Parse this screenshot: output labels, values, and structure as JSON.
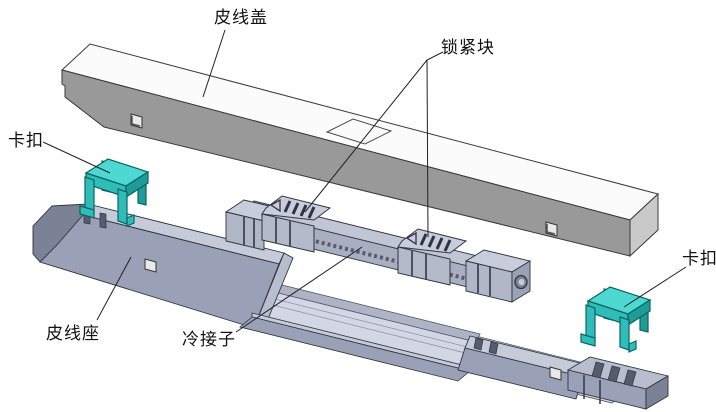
{
  "figure": {
    "type": "exploded-assembly-diagram",
    "subject": "drop-cable splice protection box"
  },
  "labels": {
    "cover": {
      "text": "皮线盖"
    },
    "lock": {
      "text": "锁紧块"
    },
    "clip_left": {
      "text": "卡扣"
    },
    "clip_right": {
      "text": "卡扣"
    },
    "base": {
      "text": "皮线座"
    },
    "splice": {
      "text": "冷接子"
    }
  },
  "colors": {
    "background": "#FFFFFF",
    "outline": "#2F3442",
    "cover_outline": "#3A3A3A",
    "cover_top": "#FBFBFB",
    "cover_front": "#999999",
    "cover_end": "#C9C9C9",
    "hole_fill": "#E9E9E9",
    "base_floor": "#D3D7E5",
    "base_rim": "#C6CBDA",
    "base_wall": "#9AA0B5",
    "base_mid": "#AEB3C5",
    "base_end": "#7C8296",
    "base_slope": "#B9BECE",
    "bar_top": "#C2C6D4",
    "bar_front": "#A9AEC0",
    "cap_top": "#C9CDDB",
    "cap_front": "#B2B7C8",
    "cap_side": "#9CA1B4",
    "clamp_top": "#C9CDDB",
    "clamp_front": "#B5BACB",
    "groove": "#30354A",
    "clip_top": "#4ED8D2",
    "clip_front": "#2FBDB9",
    "clip_side": "#1E9C98",
    "clip_outline": "#0B6462",
    "leader": "#222222",
    "label_text": "#111111"
  }
}
